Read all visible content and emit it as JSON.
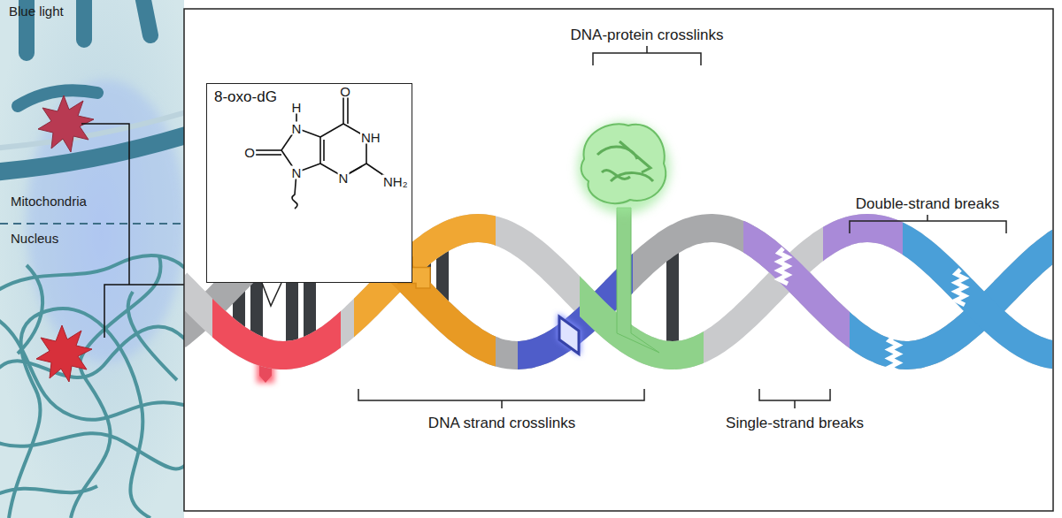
{
  "diagram": {
    "nodes": [
      {
        "text": [
          "8-oxo-dG"
        ]
      }
    ],
    "labels": [
      "Blue light",
      "Mitochondria",
      "Nucleus",
      "O",
      "H",
      "N",
      "NH",
      "O",
      "N",
      "N",
      "NH₂",
      "DNA-protein crosslinks",
      "Double-strand breaks",
      "DNA strand crosslinks",
      "Single-strand breaks"
    ]
  }
}
